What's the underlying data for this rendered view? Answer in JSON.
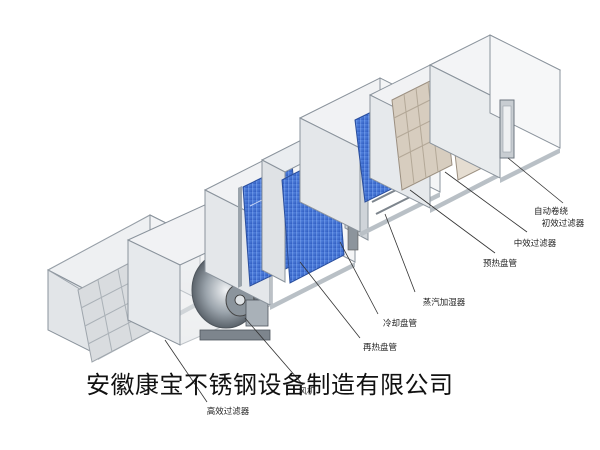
{
  "diagram": {
    "company_name": "安徽康宝不锈钢设备制造有限公司",
    "labels": {
      "auto_roll_filter": "自动卷绕",
      "primary_filter": "初效过滤器",
      "medium_filter": "中效过滤器",
      "preheat_coil": "预热盘管",
      "steam_humidifier": "蒸汽加湿器",
      "cooling_coil": "冷却盘管",
      "reheat_coil": "再热盘管",
      "fan": "风机",
      "hepa_filter": "高效过滤器"
    },
    "colors": {
      "coil_blue": "#3d6fd1",
      "frame_gray": "#6d7680",
      "panel_light": "#eceef0",
      "filter_beige": "#d7cdbf"
    }
  }
}
